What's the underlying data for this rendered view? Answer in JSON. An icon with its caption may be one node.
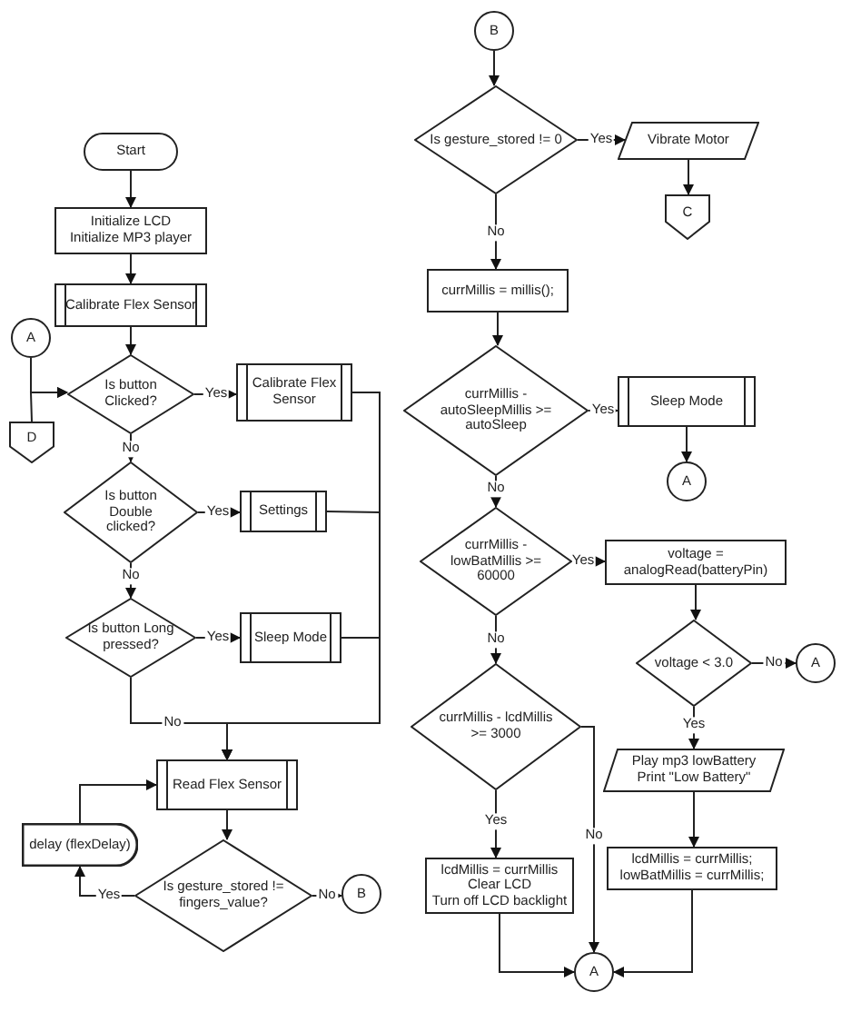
{
  "diagram": {
    "nodes": [
      {
        "text": [
          "Start"
        ]
      },
      {
        "text": [
          "Initialize LCD",
          "Initialize MP3 player"
        ]
      },
      {
        "text": [
          "Calibrate Flex Sensor"
        ]
      },
      {
        "text": [
          "Is button Clicked?"
        ]
      },
      {
        "text": [
          "Calibrate Flex Sensor"
        ]
      },
      {
        "text": [
          "A"
        ]
      },
      {
        "text": [
          "D"
        ]
      },
      {
        "text": [
          "Is button Double clicked?"
        ]
      },
      {
        "text": [
          "Settings"
        ]
      },
      {
        "text": [
          "Is button Long pressed?"
        ]
      },
      {
        "text": [
          "Sleep Mode"
        ]
      },
      {
        "text": [
          "Read Flex Sensor"
        ]
      },
      {
        "text": [
          "delay (flexDelay)"
        ]
      },
      {
        "text": [
          "Is gesture_stored != fingers_value?"
        ]
      },
      {
        "text": [
          "B"
        ]
      },
      {
        "text": [
          "B"
        ]
      },
      {
        "text": [
          "Is gesture_stored != 0"
        ]
      },
      {
        "text": [
          "Vibrate Motor"
        ]
      },
      {
        "text": [
          "C"
        ]
      },
      {
        "text": [
          "currMillis = millis();"
        ]
      },
      {
        "text": [
          "currMillis - autoSleepMillis >= autoSleep"
        ]
      },
      {
        "text": [
          "Sleep Mode"
        ]
      },
      {
        "text": [
          "A"
        ]
      },
      {
        "text": [
          "currMillis - lowBatMillis >= 60000"
        ]
      },
      {
        "text": [
          "voltage = analogRead(batteryPin)"
        ]
      },
      {
        "text": [
          "voltage < 3.0"
        ]
      },
      {
        "text": [
          "A"
        ]
      },
      {
        "text": [
          "currMillis - lcdMillis >= 3000"
        ]
      },
      {
        "text": [
          "Play mp3 lowBattery",
          "Print \"Low Battery\""
        ]
      },
      {
        "text": [
          "lcdMillis = currMillis",
          "Clear LCD",
          "Turn off LCD backlight"
        ]
      },
      {
        "text": [
          "lcdMillis = currMillis;",
          "lowBatMillis = currMillis;"
        ]
      },
      {
        "text": [
          "A"
        ]
      }
    ],
    "edges": [
      {
        "from": 0,
        "to": 1,
        "arrow": "to"
      },
      {
        "from": 1,
        "to": 2,
        "arrow": "to"
      },
      {
        "from": 2,
        "to": 3,
        "arrow": "to"
      },
      {
        "from": 3,
        "to": 4,
        "arrow": "to",
        "label": "Yes"
      },
      {
        "from": 3,
        "to": 7,
        "arrow": "to",
        "label": "No"
      },
      {
        "from": 7,
        "to": 8,
        "arrow": "to",
        "label": "Yes"
      },
      {
        "from": 7,
        "to": 9,
        "arrow": "to",
        "label": "No"
      },
      {
        "from": 9,
        "to": 10,
        "arrow": "to",
        "label": "Yes"
      },
      {
        "from": 9,
        "to": 11,
        "arrow": "to",
        "label": "No"
      },
      {
        "from": 4,
        "to": 11,
        "arrow": "to"
      },
      {
        "from": 8,
        "to": 11,
        "arrow": "to"
      },
      {
        "from": 10,
        "to": 11,
        "arrow": "to"
      },
      {
        "from": 11,
        "to": 13,
        "arrow": "to"
      },
      {
        "from": 13,
        "to": 12,
        "arrow": "to",
        "label": "Yes"
      },
      {
        "from": 12,
        "to": 11,
        "arrow": "to"
      },
      {
        "from": 13,
        "to": 14,
        "arrow": "to",
        "label": "No"
      },
      {
        "from": 5,
        "to": 3,
        "arrow": "to"
      },
      {
        "from": 6,
        "to": 3,
        "arrow": "to"
      },
      {
        "from": 15,
        "to": 16,
        "arrow": "to"
      },
      {
        "from": 16,
        "to": 17,
        "arrow": "to",
        "label": "Yes"
      },
      {
        "from": 17,
        "to": 18,
        "arrow": "to"
      },
      {
        "from": 16,
        "to": 19,
        "arrow": "to",
        "label": "No"
      },
      {
        "from": 19,
        "to": 20,
        "arrow": "to"
      },
      {
        "from": 20,
        "to": 21,
        "arrow": "to",
        "label": "Yes"
      },
      {
        "from": 21,
        "to": 22,
        "arrow": "to"
      },
      {
        "from": 20,
        "to": 23,
        "arrow": "to",
        "label": "No"
      },
      {
        "from": 23,
        "to": 24,
        "arrow": "to",
        "label": "Yes"
      },
      {
        "from": 24,
        "to": 25,
        "arrow": "to"
      },
      {
        "from": 25,
        "to": 26,
        "arrow": "to",
        "label": "No"
      },
      {
        "from": 25,
        "to": 28,
        "arrow": "to",
        "label": "Yes"
      },
      {
        "from": 28,
        "to": 30,
        "arrow": "to"
      },
      {
        "from": 23,
        "to": 27,
        "arrow": "to",
        "label": "No"
      },
      {
        "from": 27,
        "to": 29,
        "arrow": "to",
        "label": "Yes"
      },
      {
        "from": 27,
        "to": 31,
        "arrow": "to",
        "label": "No"
      },
      {
        "from": 29,
        "to": 31,
        "arrow": "to"
      },
      {
        "from": 30,
        "to": 31,
        "arrow": "to"
      }
    ]
  }
}
